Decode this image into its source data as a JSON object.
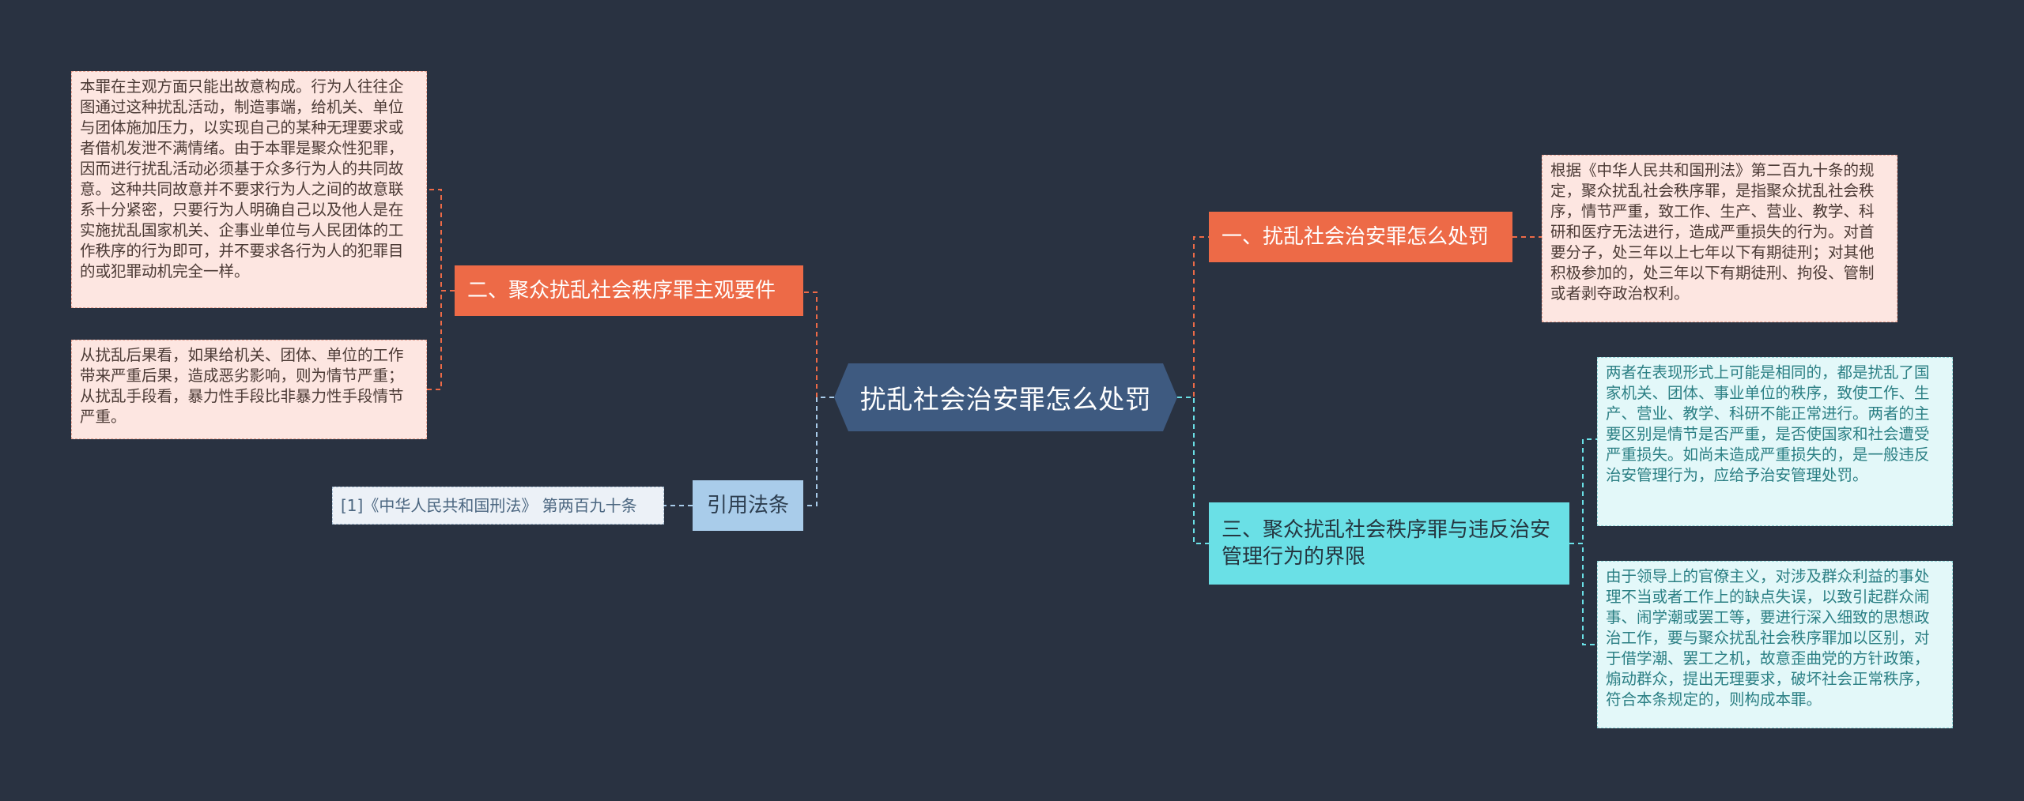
{
  "root": {
    "title": "扰乱社会治安罪怎么处罚"
  },
  "branches": {
    "left_top": "二、聚众扰乱社会秩序罪主观要件",
    "left_bottom": "引用法条",
    "right_top": "一、扰乱社会治安罪怎么处罚",
    "right_bottom": "三、聚众扰乱社会秩序罪与违反治安管理行为的界限"
  },
  "leaves": {
    "subjective_1": "本罪在主观方面只能出故意构成。行为人往往企图通过这种扰乱活动，制造事端，给机关、单位与团体施加压力，以实现自己的某种无理要求或者借机发泄不满情绪。由于本罪是聚众性犯罪，因而进行扰乱活动必须基于众多行为人的共同故意。这种共同故意并不要求行为人之间的故意联系十分紧密，只要行为人明确自己以及他人是在实施扰乱国家机关、企事业单位与人民团体的工作秩序的行为即可，并不要求各行为人的犯罪目的或犯罪动机完全一样。",
    "subjective_2": "从扰乱后果看，如果给机关、团体、单位的工作带来严重后果，造成恶劣影响，则为情节严重；从扰乱手段看，暴力性手段比非暴力性手段情节严重。",
    "reference": "[1]《中华人民共和国刑法》 第两百九十条",
    "punishment": "根据《中华人民共和国刑法》第二百九十条的规定，聚众扰乱社会秩序罪，是指聚众扰乱社会秩序，情节严重，致工作、生产、营业、教学、科研和医疗无法进行，造成严重损失的行为。对首要分子，处三年以上七年以下有期徒刑；对其他积极参加的，处三年以下有期徒刑、拘役、管制或者剥夺政治权利。",
    "boundary_1": "两者在表现形式上可能是相同的，都是扰乱了国家机关、团体、事业单位的秩序，致使工作、生产、营业、教学、科研不能正常进行。两者的主要区别是情节是否严重，是否使国家和社会遭受严重损失。如尚未造成严重损失的，是一般违反治安管理行为，应给予治安管理处罚。",
    "boundary_2": "由于领导上的官僚主义，对涉及群众利益的事处理不当或者工作上的缺点失误，以致引起群众闹事、闹学潮或罢工等，要进行深入细致的思想政治工作，要与聚众扰乱社会秩序罪加以区别，对于借学潮、罢工之机，故意歪曲党的方针政策，煽动群众，提出无理要求，破坏社会正常秩序，符合本条规定的，则构成本罪。"
  },
  "colors": {
    "background": "#293241",
    "root": "#3e5a80",
    "orange_branch": "#ed6a47",
    "cyan_branch": "#6ae0e6",
    "blue_branch": "#a9ccea",
    "pink_leaf": "#fde6e1",
    "mint_leaf": "#e3f8f9"
  }
}
